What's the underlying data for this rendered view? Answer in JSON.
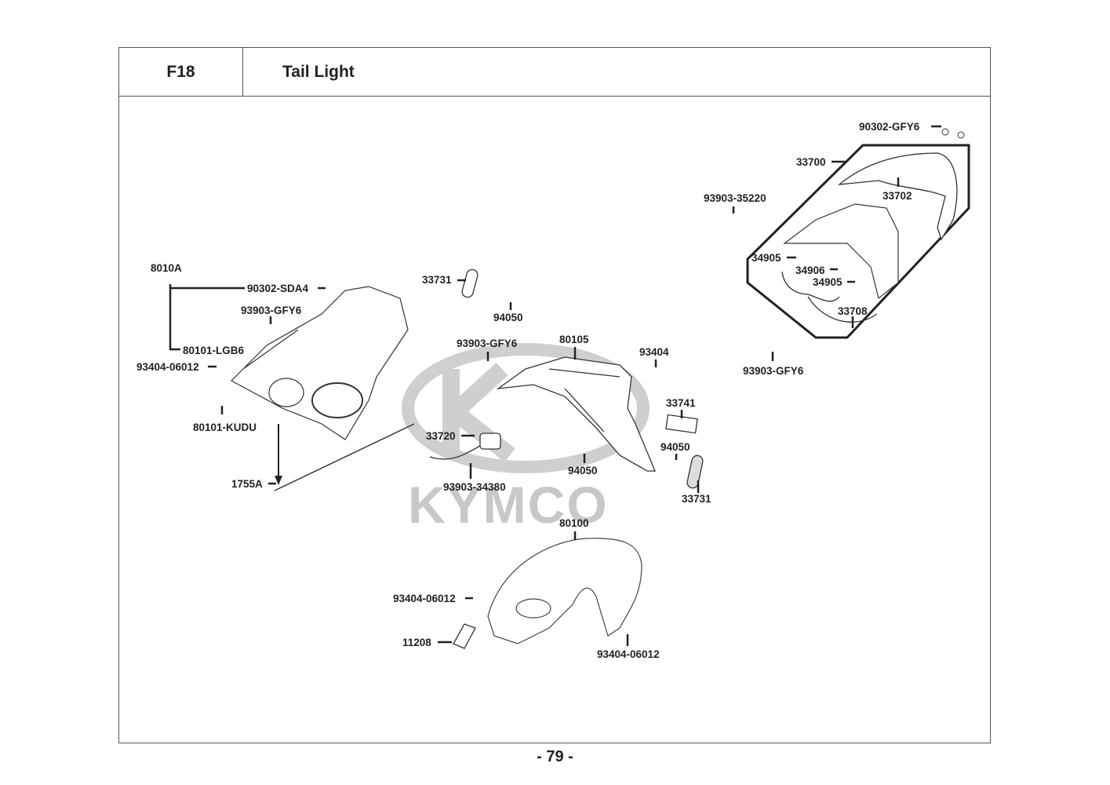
{
  "header": {
    "section_code": "F18",
    "title": "Tail Light"
  },
  "watermark": {
    "brand": "KYMCO",
    "color": "#c8c8c8"
  },
  "parts": [
    {
      "id": "p1",
      "label": "90302-GFY6"
    },
    {
      "id": "p2",
      "label": "33700"
    },
    {
      "id": "p3",
      "label": "33702"
    },
    {
      "id": "p4",
      "label": "93903-35220"
    },
    {
      "id": "p5",
      "label": "34905"
    },
    {
      "id": "p6",
      "label": "34906"
    },
    {
      "id": "p7",
      "label": "34905"
    },
    {
      "id": "p8",
      "label": "33708"
    },
    {
      "id": "p9",
      "label": "93903-GFY6"
    },
    {
      "id": "p10",
      "label": "8010A"
    },
    {
      "id": "p11",
      "label": "90302-SDA4"
    },
    {
      "id": "p12",
      "label": "93903-GFY6"
    },
    {
      "id": "p13",
      "label": "80101-LGB6"
    },
    {
      "id": "p14",
      "label": "93404-06012"
    },
    {
      "id": "p15",
      "label": "80101-KUDU"
    },
    {
      "id": "p16",
      "label": "1755A"
    },
    {
      "id": "p17",
      "label": "33731"
    },
    {
      "id": "p18",
      "label": "94050"
    },
    {
      "id": "p19",
      "label": "93903-GFY6"
    },
    {
      "id": "p20",
      "label": "80105"
    },
    {
      "id": "p21",
      "label": "93404"
    },
    {
      "id": "p22",
      "label": "33741"
    },
    {
      "id": "p23",
      "label": "94050"
    },
    {
      "id": "p24",
      "label": "33731"
    },
    {
      "id": "p25",
      "label": "33720"
    },
    {
      "id": "p26",
      "label": "93903-34380"
    },
    {
      "id": "p27",
      "label": "94050"
    },
    {
      "id": "p28",
      "label": "80100"
    },
    {
      "id": "p29",
      "label": "93404-06012"
    },
    {
      "id": "p30",
      "label": "11208"
    },
    {
      "id": "p31",
      "label": "93404-06012"
    }
  ],
  "footer": {
    "page_number": "- 79 -"
  }
}
